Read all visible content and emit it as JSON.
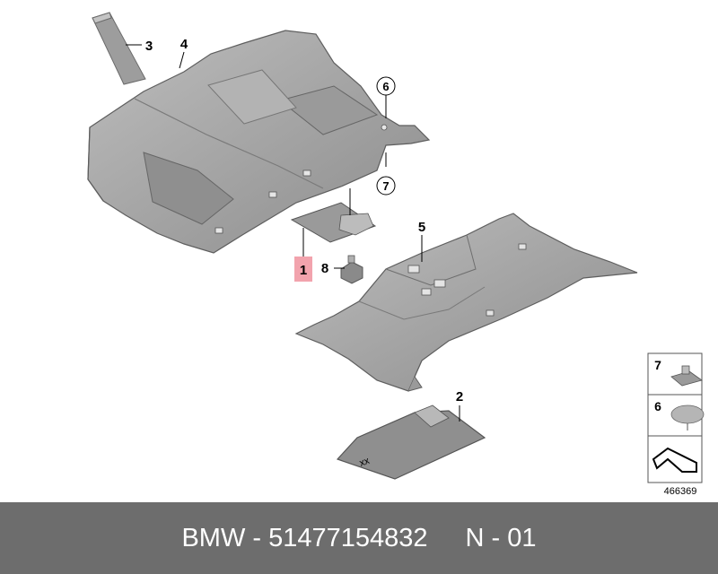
{
  "callouts": {
    "c1": "1",
    "c2": "2",
    "c3": "3",
    "c4": "4",
    "c5": "5",
    "c6": "6",
    "c7": "7",
    "c8": "8"
  },
  "legend": {
    "item7": "7",
    "item6": "6"
  },
  "diagram_ref": "466369",
  "footer": {
    "brand": "BMW",
    "sep1": "-",
    "part_number": "51477154832",
    "variant": "N",
    "sep2": "-",
    "qty": "01"
  },
  "colors": {
    "highlight": "#f2a3ad",
    "footer_bg": "#6d6d6d",
    "part_fill": "#a9a9a9"
  }
}
